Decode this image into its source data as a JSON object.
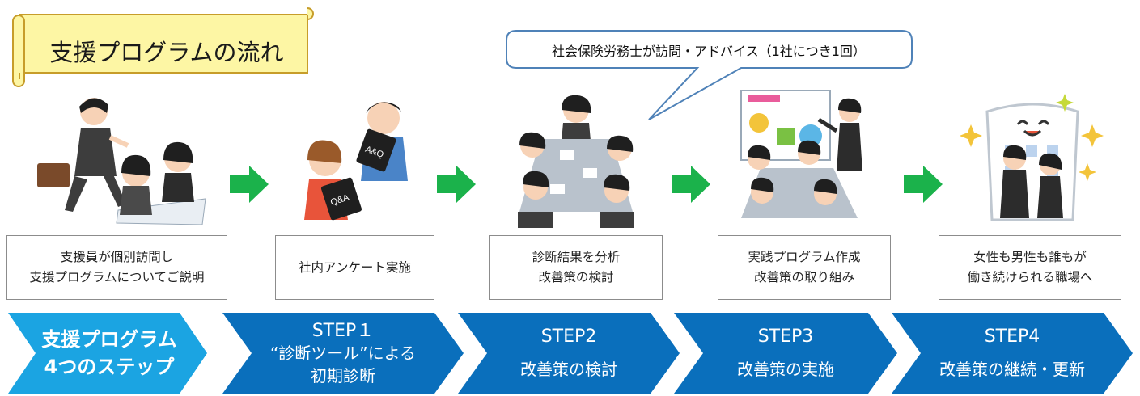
{
  "title": "支援プログラムの流れ",
  "speech_bubble": "社会保険労務士が訪問・アドバイス（1社につき1回）",
  "stage_boxes": [
    {
      "text": "支援員が個別訪問し\n支援プログラムについてご説明"
    },
    {
      "text": "社内アンケート実施"
    },
    {
      "text": "診断結果を分析\n改善策の検討"
    },
    {
      "text": "実践プログラム作成\n改善策の取り組み"
    },
    {
      "text": "女性も男性も誰もが\n働き続けられる職場へ"
    }
  ],
  "steps": {
    "intro_line1": "支援プログラム",
    "intro_line2": "4つのステップ",
    "step1_title": "STEP１",
    "step1_line1": "“診断ツール”による",
    "step1_line2": "初期診断",
    "step2_title": "STEP2",
    "step2_sub": "改善策の検討",
    "step3_title": "STEP3",
    "step3_sub": "改善策の実施",
    "step4_title": "STEP4",
    "step4_sub": "改善策の継続・更新"
  },
  "illustration_labels": {
    "tablet1": "Q&A",
    "tablet2": "A&Q"
  },
  "colors": {
    "intro_chevron": "#1ba4e2",
    "step_chevron": "#0a6fbc",
    "arrow": "#1bb24b",
    "scroll": "#fdf6a4",
    "scroll_border": "#c79d2a",
    "bubble_border": "#4f82b8"
  },
  "icons": [
    "green-arrow-icon",
    "scroll-banner-icon",
    "speech-bubble-icon"
  ]
}
